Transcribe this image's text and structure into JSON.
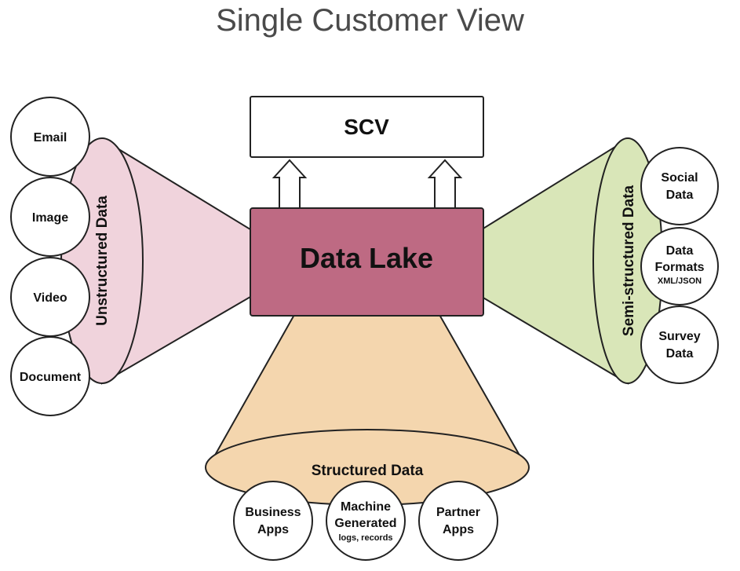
{
  "title": "Single Customer View",
  "scv": "SCV",
  "lake": "Data Lake",
  "unstructured": {
    "label": "Unstructured Data",
    "items": [
      "Email",
      "Image",
      "Video",
      "Document"
    ]
  },
  "semistructured": {
    "label": "Semi-structured Data",
    "items": [
      {
        "line1": "Social",
        "line2": "Data",
        "sub": ""
      },
      {
        "line1": "Data",
        "line2": "Formats",
        "sub": "XML/JSON"
      },
      {
        "line1": "Survey",
        "line2": "Data",
        "sub": ""
      }
    ]
  },
  "structured": {
    "label": "Structured Data",
    "items": [
      {
        "line1": "Business",
        "line2": "Apps",
        "sub": ""
      },
      {
        "line1": "Machine",
        "line2": "Generated",
        "sub": "logs, records"
      },
      {
        "line1": "Partner",
        "line2": "Apps",
        "sub": ""
      }
    ]
  },
  "colors": {
    "lake": "#be6a83",
    "unstructured": "#f0d3dc",
    "semistructured": "#d9e6b8",
    "structured": "#f4d6ae"
  }
}
